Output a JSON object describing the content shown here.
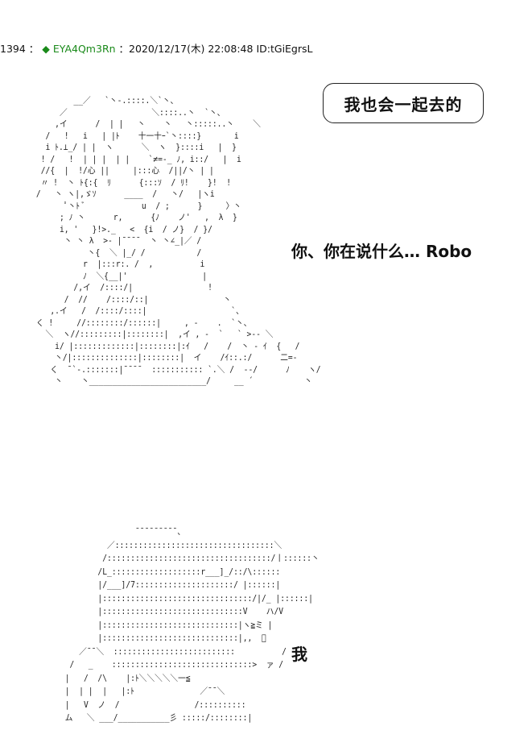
{
  "header": {
    "post_number": "1394",
    "separator": "：",
    "trip_symbol": "◆",
    "trip_code": "EYA4Qm3Rn",
    "datetime": "：2020/12/17(木) 22:08:48",
    "id": "ID:tGiEgrsL"
  },
  "speech_bubble": {
    "text": "我也会一起去的"
  },
  "dialogue": {
    "line1": "你、你在说什么… Robo",
    "line2": "我"
  },
  "ascii_art": {
    "top": "              __／   `丶-.::::.＼`丶、\n           ／                  ＼::::..丶  `丶、\n          ,イ      /  | |   丶    丶   丶:::::..丶    ＼\n        /   !   i   | |ﾄ    十一十ｰ`丶::::}       i\n        i ﾄ.⊥_/ | |  ヽ      ＼  ヽ  }::::i   |  }\n       ! /   !  | | |  | |    `≠=-_ ﾉ, i::/   |  i\n       //{  |  !/心 ||     |:::心  /||/丶 | |\n       〃 !  丶 ﾄ{:{  ﾘ      {:::ｿ  / ﾘ!    }!  !\n      /   丶 ヽ|,ゞｿ      ____  /   丶/   |ヽi\n            ﾟ丶ﾄ ﾞ            u  / ;      }     〉丶\n           ; ﾉ 丶      r,      {ﾉ    ノ'   ,  λ  }\n           i, '   }!>._   <  {i  / ノ}  / }/\n            丶 丶 λ  >- |¯¯¯¯  丶 丶∠_|／ /\n                 丶{  ＼ |_/ /           /\n                r  |:::r:. /  ,          i\n                ﾉ  ＼{__|'                |\n              /,イ  /::::/|                !\n            /  //    /::::/::|                丶\n         ,.イ   /  /::::/::::|                  `、\n      く !     //::::::::/::::::|     , -    .  `丶、\n        ＼  ヽ//:::::::::|::::::::|  ,イ , -  `   ` >-- ＼\n          i/ |:::::::::::::|::::::::|:ｲ   /    /  丶 - ｲ  {   /\n          丶/|::::::::::::::|::::::::|  イ    /ｲ::.:/      二=-\n         く  ̄ `-.:::::::|¯¯¯¯  ::::::::::: `.＼ /  --/      ﾉ    ヽ/\n          丶    丶_________________________/     __ ´           丶",
    "bottom": "                      ¯¯¯¯¯¯¯¯¯、\n                ／::::::::::::::::::::::::::::::::::＼\n               /:::::::::::::::::::::::::::::::::::/丨::::::丶\n              /L_:::::::::::::::::::r___]_/::/\\::::::\n              |/___]/7:::::::::::::::::::::/ |::::::|\n              |::::::::::::::::::::::::::::::::/|/_ |::::::|\n              |::::::::::::::::::::::::::::::V    ハ/V\n              |:::::::::::::::::::::::::::::|ヽ≧ミ |\n              |:::::::::::::::::::::::::::::|,,  ﾞ   \n          ／¯¯＼  ::::::::::::::::::::::::::          /\n        /   _    ::::::::::::::::::::::::::::::>  ァ /\n       |   /  /\\    |:ﾄ＼＼＼＼＼一≦\n       |  | |  |   |:ﾄ              ／¯¯＼\n       |   V  ノ  /                /::::::::::\n       ム   ＼ ___/___________彡 :::::/::::::::|"
  }
}
